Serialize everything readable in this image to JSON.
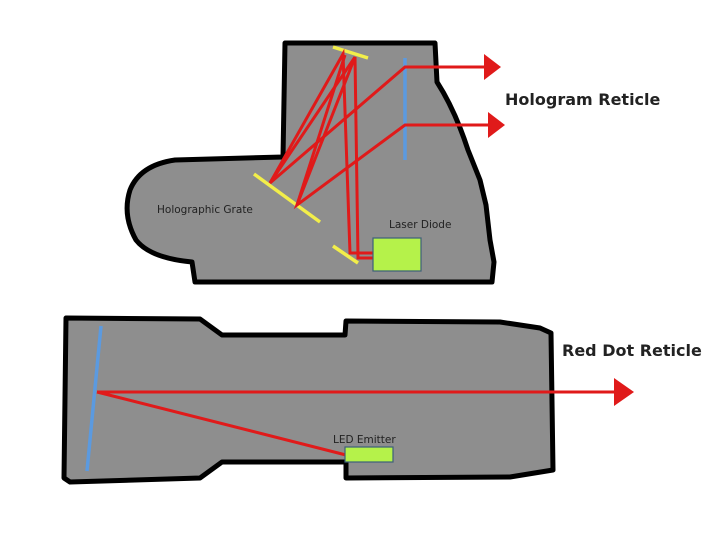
{
  "diagram": {
    "holographic_sight": {
      "output_label": "Hologram Reticle",
      "grating_label": "Holographic Grate",
      "source_label": "Laser Diode"
    },
    "red_dot_sight": {
      "output_label": "Red Dot Reticle",
      "source_label": "LED Emitter"
    }
  },
  "colors": {
    "body": "#8e8e8e",
    "beam": "#e01a1a",
    "mirror": "#f2ee4a",
    "lens": "#5b9ae0",
    "source": "#b5f24a"
  }
}
